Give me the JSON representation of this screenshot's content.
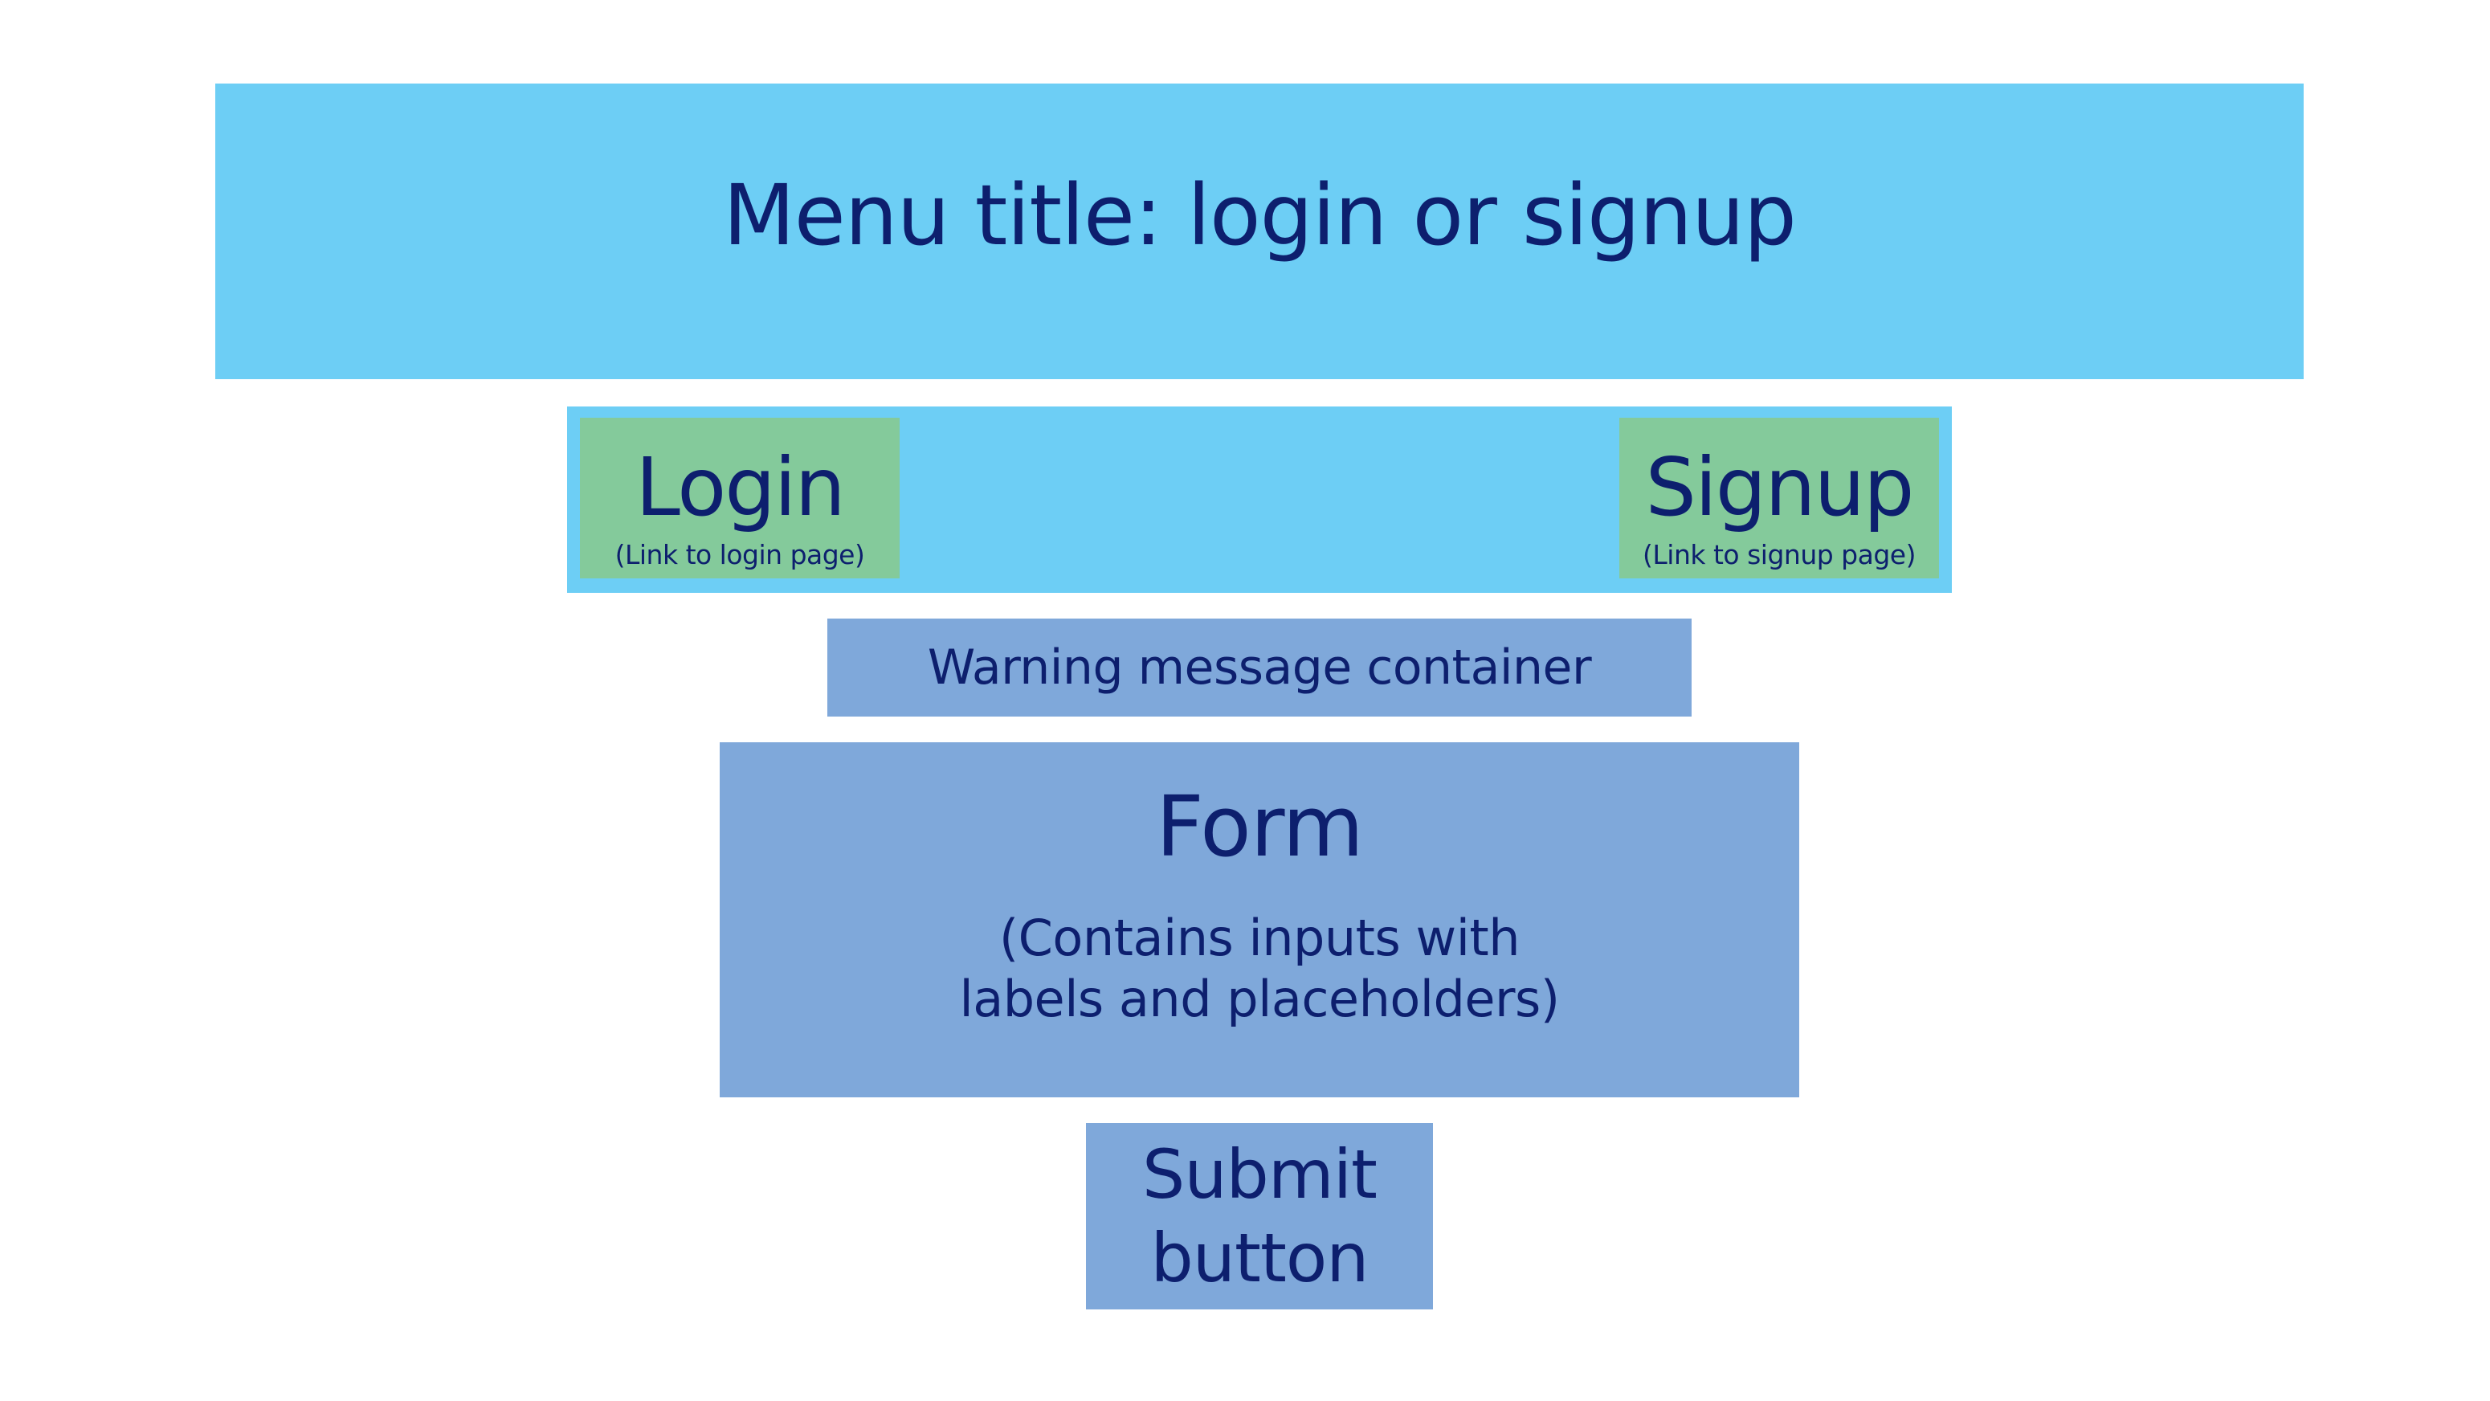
{
  "title_block": {
    "text": "Menu title: login or signup"
  },
  "nav": {
    "login": {
      "label": "Login",
      "note": "(Link to login page)"
    },
    "signup": {
      "label": "Signup",
      "note": "(Link to signup page)"
    }
  },
  "warning": {
    "text": "Warning message container"
  },
  "form": {
    "label": "Form",
    "desc_line1": "(Contains inputs with",
    "desc_line2": "labels and placeholders)"
  },
  "submit": {
    "line1": "Submit",
    "line2": "button"
  },
  "colors": {
    "light_blue": "#6dcef5",
    "mid_blue": "#7fa8da",
    "green": "#84ca9b",
    "text": "#0d1f6e"
  }
}
